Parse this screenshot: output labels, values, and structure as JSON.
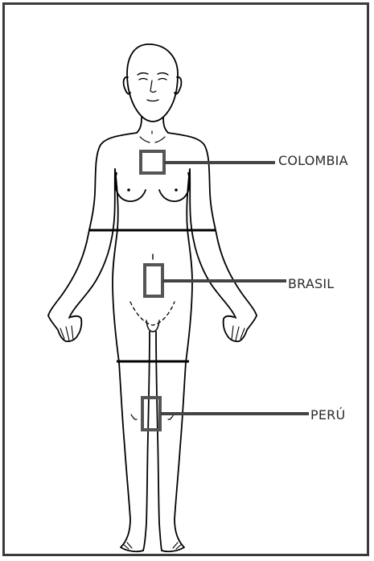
{
  "labels": {
    "colombia": "COLOMBIA",
    "brasil": "BRASIL",
    "peru": "PERÚ"
  },
  "colors": {
    "frame": "#3a3a3a",
    "outline": "#000000",
    "marker": "#555555",
    "leader": "#444444",
    "text": "#2b2b2b"
  },
  "markers": [
    {
      "region": "chest",
      "label_key": "colombia"
    },
    {
      "region": "lower-abdomen",
      "label_key": "brasil"
    },
    {
      "region": "thigh",
      "label_key": "peru"
    }
  ]
}
